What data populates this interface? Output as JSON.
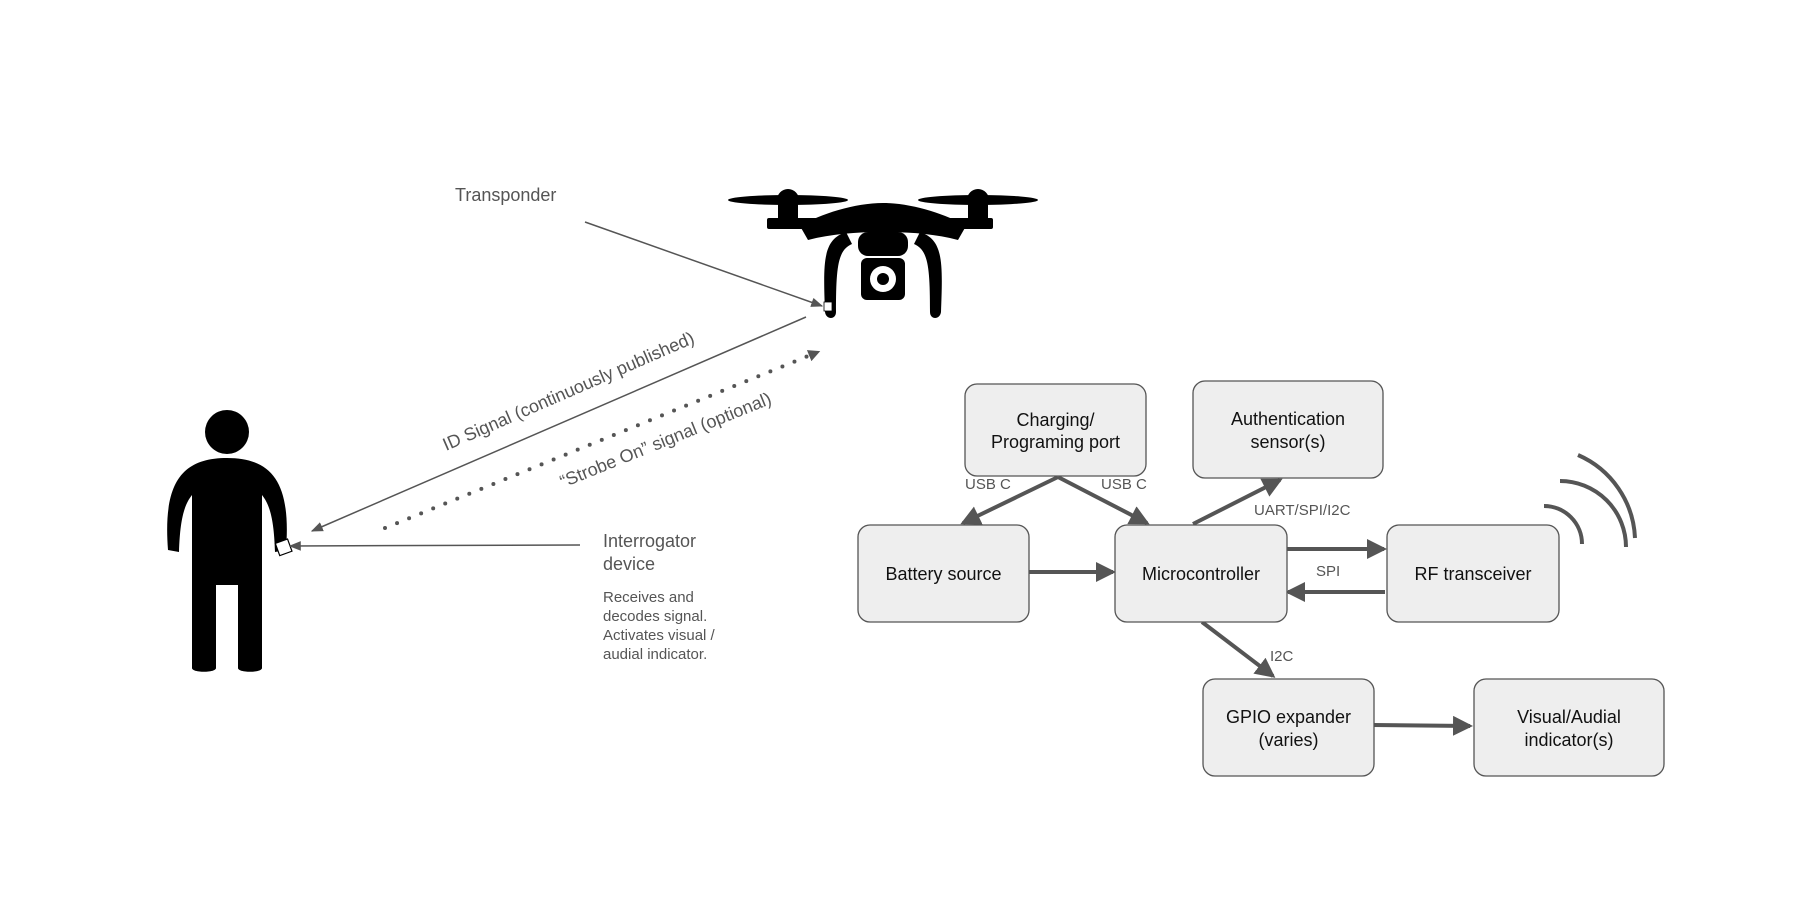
{
  "scene": {
    "transponder_label": "Transponder",
    "interrogator_label_lines": [
      "Interrogator",
      "device"
    ],
    "interrogator_note_lines": [
      "Receives and",
      "decodes signal.",
      "Activates visual /",
      "audial indicator."
    ],
    "id_signal_label": "ID Signal (continuously published)",
    "strobe_signal_label": "“Strobe On” signal (optional)"
  },
  "block_diagram": {
    "nodes": {
      "charging_port": {
        "lines": [
          "Charging/",
          "Programing port"
        ]
      },
      "auth_sensor": {
        "lines": [
          "Authentication",
          "sensor(s)"
        ]
      },
      "battery": {
        "lines": [
          "Battery source"
        ]
      },
      "microcontroller": {
        "lines": [
          "Microcontroller"
        ]
      },
      "rf_transceiver": {
        "lines": [
          "RF transceiver"
        ]
      },
      "gpio_expander": {
        "lines": [
          "GPIO expander",
          "(varies)"
        ]
      },
      "indicator": {
        "lines": [
          "Visual/Audial",
          "indicator(s)"
        ]
      }
    },
    "edges": {
      "charging_to_battery": "USB C",
      "charging_to_mcu": "USB C",
      "mcu_to_auth": "UART/SPI/I2C",
      "mcu_rf": "SPI",
      "mcu_to_gpio": "I2C",
      "battery_to_mcu": "",
      "gpio_to_indicator": ""
    }
  },
  "colors": {
    "node_fill": "#eeeeee",
    "stroke": "#555555",
    "text": "#111111",
    "silhouette": "#000000"
  },
  "icons": [
    "drone-icon",
    "person-icon",
    "wireless-waves-icon"
  ]
}
